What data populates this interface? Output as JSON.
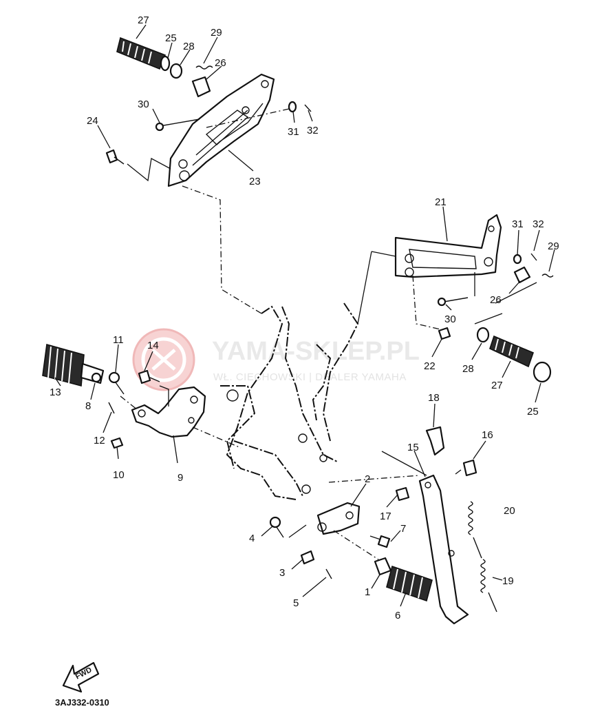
{
  "watermark": {
    "title": "YAMA-SKLEP.PL",
    "subtitle": "WŁ. CIECHOWSKI | DEALER YAMAHA"
  },
  "direction_arrow": "FWD",
  "diagram_code": "3AJ332-0310",
  "labels": {
    "p1": "1",
    "p2": "2",
    "p3": "3",
    "p4": "4",
    "p5": "5",
    "p6": "6",
    "p7": "7",
    "p8": "8",
    "p9": "9",
    "p10": "10",
    "p11": "11",
    "p12": "12",
    "p13": "13",
    "p14": "14",
    "p15": "15",
    "p16": "16",
    "p17": "17",
    "p18": "18",
    "p19": "19",
    "p20": "20",
    "p21": "21",
    "p22": "22",
    "p23": "23",
    "p24": "24",
    "p25a": "25",
    "p25b": "25",
    "p26a": "26",
    "p26b": "26",
    "p27a": "27",
    "p27b": "27",
    "p28a": "28",
    "p28b": "28",
    "p29a": "29",
    "p29b": "29",
    "p30a": "30",
    "p30b": "30",
    "p31a": "31",
    "p31b": "31",
    "p32a": "32",
    "p32b": "32"
  },
  "colors": {
    "watermark_logo": "#f4c4c4",
    "ink": "#111111"
  }
}
